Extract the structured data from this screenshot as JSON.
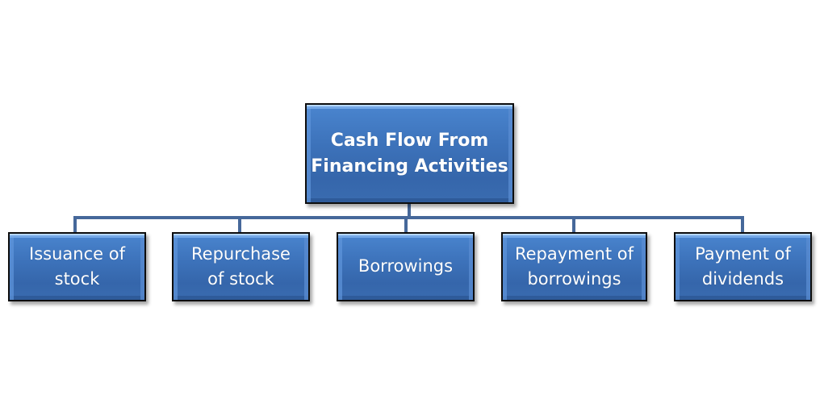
{
  "diagram": {
    "type": "org-chart",
    "colors": {
      "box_fill": "#3d73bb",
      "box_border": "#0d0d0d",
      "connector": "#46689a",
      "text": "#ffffff"
    },
    "root": {
      "line1": "Cash Flow From",
      "line2": "Financing Activities"
    },
    "children": [
      {
        "line1": "Issuance of",
        "line2": "stock"
      },
      {
        "line1": "Repurchase",
        "line2": "of stock"
      },
      {
        "line1": "Borrowings",
        "line2": ""
      },
      {
        "line1": "Repayment of",
        "line2": "borrowings"
      },
      {
        "line1": "Payment of",
        "line2": "dividends"
      }
    ]
  }
}
